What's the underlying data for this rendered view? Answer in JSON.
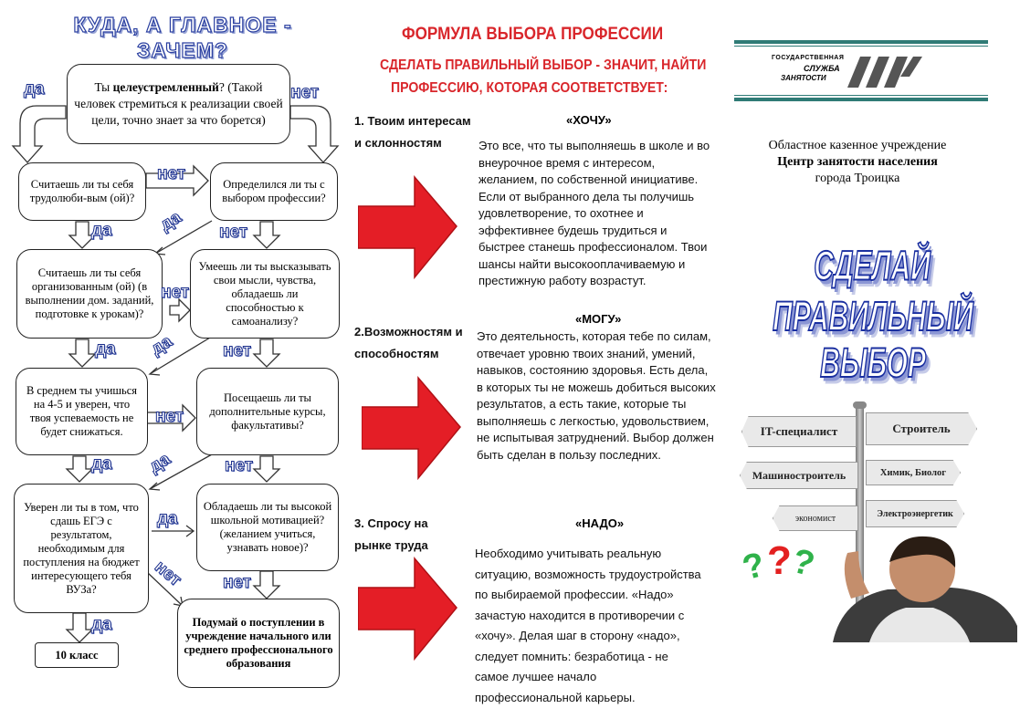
{
  "flow": {
    "title_line1": "КУДА, А ГЛАВНОЕ -",
    "title_line2": "ЗАЧЕМ?",
    "start_pre": "Ты ",
    "start_bold": "целеустремленный",
    "start_post": "? (Такой человек стремиться к реализации своей цели, точно знает  за что борется)",
    "q_hardworking": "Считаешь ли ты себя трудолюби-вым (ой)?",
    "q_decided": "Определился ли ты с выбором профессии?",
    "q_organized": "Считаешь ли ты себя организованным (ой) (в выполнении дом. заданий, подготовке к урокам)?",
    "q_express": "Умеешь ли ты высказывать свои мысли, чувства, обладаешь ли способностью к самоанализу?",
    "q_grades": "В среднем ты учишься на 4-5 и уверен, что твоя успеваемость не будет снижаться.",
    "q_courses": "Посещаешь ли ты дополнительные курсы, факультативы?",
    "q_ege": "Уверен ли ты в том, что сдашь ЕГЭ с результатом, необходимым для поступления на бюджет интересующего тебя ВУЗа?",
    "q_motivation": "Обладаешь ли ты высокой школьной мотивацией? (желанием учиться, узнавать новое)?",
    "result_10": "10 класс",
    "result_spo": "Подумай о поступлении в учреждение начального или среднего профессионального образования",
    "yes": "да",
    "no": "нет"
  },
  "formula": {
    "title": "ФОРМУЛА ВЫБОРА ПРОФЕССИИ",
    "subtitle1": "СДЕЛАТЬ ПРАВИЛЬНЫЙ ВЫБОР - ЗНАЧИТ, НАЙТИ",
    "subtitle2": "ПРОФЕССИЮ, КОТОРАЯ СООТВЕТСТВУЕТ:",
    "s1_label": "1. Твоим интересам и склонностям",
    "s1_head": "«ХОЧУ»",
    "s1_text": "Это все, что ты выполняешь в школе и во внеурочное время с интересом, желанием, по собственной инициативе. Если от выбранного дела ты получишь удовлетворение, то охотнее и эффективнее будешь трудиться и быстрее станешь профессионалом. Твои шансы найти высокооплачиваемую и престижную работу возрастут.",
    "s2_label": "2.Возможностям и способностям",
    "s2_head": "«МОГУ»",
    "s2_text": "Это деятельность, которая тебе по силам, отвечает уровню твоих знаний, умений, навыков, состоянию здоровья. Есть дела, в которых ты не можешь добиться высоких результатов, а есть такие, которые ты выполняешь с легкостью, удовольствием, не испытывая затруднений. Выбор должен быть сделан в пользу последних.",
    "s3_label": "3. Спросу на рынке труда",
    "s3_head": "«НАДО»",
    "s3_text": "Необходимо учитывать реальную ситуацию, возможность трудоустройства по выбираемой профессии. «Надо» зачастую находится в противоречии с «хочу». Делая шаг в сторону «надо», следует помнить: безработица  - не самое лучшее начало профессиональной карьеры."
  },
  "agency": {
    "logo_l1": "ГОСУДАРСТВЕННАЯ",
    "logo_l2": "СЛУЖБА",
    "logo_l3": "ЗАНЯТОСТИ",
    "org1": "Областное казенное учреждение",
    "org2": "Центр занятости населения",
    "org3": "города Троицка",
    "headline1": "СДЕЛАЙ",
    "headline2": "ПРАВИЛЬНЫЙ ВЫБОР",
    "signs": [
      "IT-специалист",
      "Строитель",
      "Машиностроитель",
      "Химик, Биолог",
      "экономист",
      "Электроэнергетик"
    ]
  },
  "colors": {
    "red": "#e41e26",
    "blue": "#1b2f8c",
    "teal": "#2f7b76"
  }
}
